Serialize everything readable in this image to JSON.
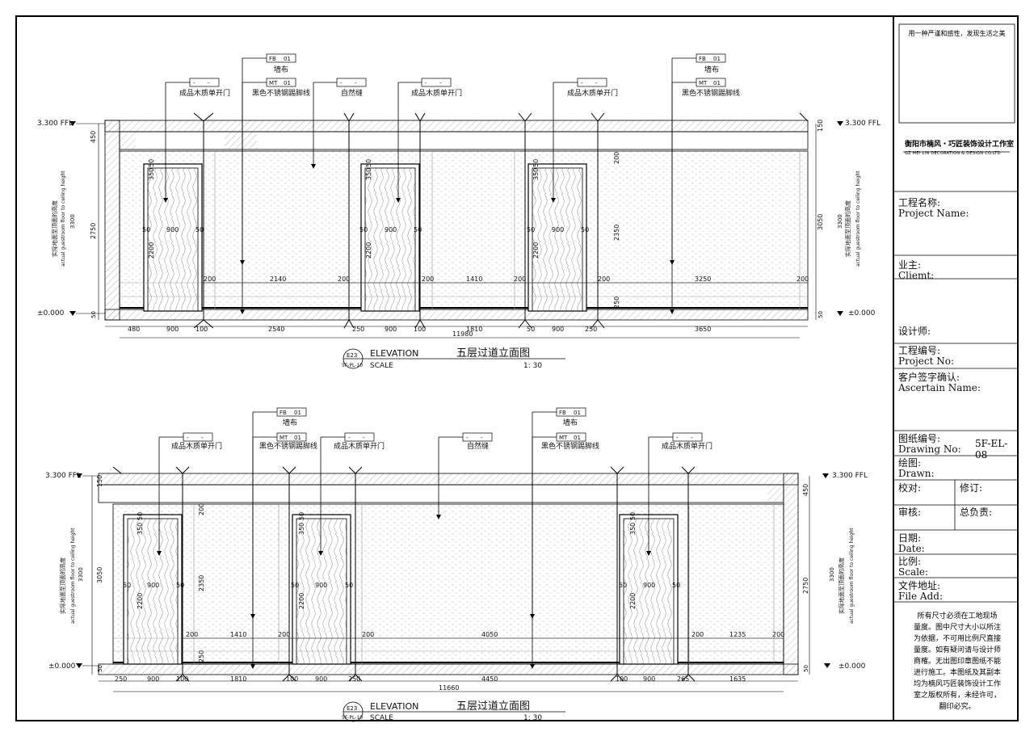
{
  "sheet": {
    "drawing_no_value": "5F-EL-08"
  },
  "elevation_top": {
    "label": "ELEVATION",
    "title_cn": "五层过道立面图",
    "scale_label": "SCALE",
    "scale_value": "1: 30",
    "tag_top": "E23",
    "tag_bottom": "5F-PL-10",
    "level_top": "3.300 FFL",
    "level_bottom": "±0.000",
    "side_note_cn": "实际地面至顶面的高度",
    "side_note_en": "actual guestroom floor to ceiling height",
    "side_value": "3300",
    "callouts": [
      {
        "code": "FB",
        "num": "01",
        "text": "墙布"
      },
      {
        "code": "-",
        "num": "-",
        "text": "成品木质单开门"
      },
      {
        "code": "MT",
        "num": "01",
        "text": "黑色不锈钢踢脚线"
      },
      {
        "code": "-",
        "num": "-",
        "text": "自然缝"
      },
      {
        "code": "-",
        "num": "-",
        "text": "成品木质单开门"
      },
      {
        "code": "-",
        "num": "-",
        "text": "成品木质单开门"
      },
      {
        "code": "FB",
        "num": "01",
        "text": "墙布"
      },
      {
        "code": "MT",
        "num": "01",
        "text": "黑色不锈钢踢脚线"
      }
    ],
    "left_dims": [
      "450",
      "2750",
      "50"
    ],
    "right_dims": [
      "150",
      "3050",
      "50"
    ],
    "door_dims": [
      "350",
      "50",
      "900",
      "50",
      "2200"
    ],
    "bottom_dims": [
      "480",
      "900",
      "100",
      "2540",
      "250",
      "900",
      "100",
      "1810",
      "50",
      "900",
      "250",
      "3650"
    ],
    "total": "11980",
    "mid_dims": [
      "200",
      "2140",
      "200",
      "200",
      "1410",
      "200",
      "200",
      "3250",
      "200"
    ],
    "vert_dims": [
      "200",
      "2350",
      "250"
    ]
  },
  "elevation_bottom": {
    "label": "ELEVATION",
    "title_cn": "五层过道立面图",
    "scale_label": "SCALE",
    "scale_value": "1: 30",
    "tag_top": "E23",
    "tag_bottom": "5F-PL-10",
    "level_top": "3.300 FFL",
    "level_bottom": "±0.000",
    "callouts": [
      {
        "code": "-",
        "num": "-",
        "text": "成品木质单开门"
      },
      {
        "code": "FB",
        "num": "01",
        "text": "墙布"
      },
      {
        "code": "MT",
        "num": "01",
        "text": "黑色不锈钢踢脚线"
      },
      {
        "code": "-",
        "num": "-",
        "text": "成品木质单开门"
      },
      {
        "code": "-",
        "num": "-",
        "text": "自然缝"
      },
      {
        "code": "FB",
        "num": "01",
        "text": "墙布"
      },
      {
        "code": "MT",
        "num": "01",
        "text": "黑色不锈钢踢脚线"
      },
      {
        "code": "-",
        "num": "-",
        "text": "成品木质单开门"
      }
    ],
    "left_dims": [
      "150",
      "3050",
      "50"
    ],
    "right_dims": [
      "450",
      "2750",
      "50"
    ],
    "bottom_dims": [
      "250",
      "900",
      "100",
      "1810",
      "100",
      "900",
      "250",
      "4450",
      "100",
      "900",
      "265",
      "1635"
    ],
    "total": "11660",
    "mid_dims": [
      "200",
      "1410",
      "200",
      "200",
      "4050",
      "200",
      "1235",
      "200"
    ]
  },
  "title_block": {
    "slogan": "用一种严谨和感性，发现生活之美",
    "company_cn": "衡阳市楠风・巧匠装饰设计工作室",
    "company_en": "GZ MEI LIN DECORATION & DESIGN CO.LTD",
    "project_name_cn": "工程名称:",
    "project_name_en": "Project Name:",
    "client_cn": "业主:",
    "client_en": "Cliemt:",
    "designer_cn": "设计师:",
    "project_no_cn": "工程编号:",
    "project_no_en": "Project No:",
    "ascertain_cn": "客户签字确认:",
    "ascertain_en": "Ascertain Name:",
    "drawing_no_cn": "图纸编号:",
    "drawing_no_en": "Drawing No:",
    "drawn_cn": "绘图:",
    "drawn_en": "Drawn:",
    "check_cn": "校对:",
    "revise_cn": "修订:",
    "review_cn": "审核:",
    "chief_cn": "总负责:",
    "date_cn": "日期:",
    "date_en": "Date:",
    "scale_cn": "比例:",
    "scale_en": "Scale:",
    "file_cn": "文件地址:",
    "file_en": "File Add:",
    "notes": [
      "所有尺寸必须在工地现场",
      "量度。图中尺寸大小以所注",
      "为依据，不可用比例尺直接",
      "量度。如有疑问请与设计师",
      "商榷。无出图印章图纸不能",
      "进行施工。本图纸及其副本",
      "均为楠风巧匠装饰设计工作",
      "室之版权所有，未经许可，",
      "翻印必究。"
    ]
  }
}
